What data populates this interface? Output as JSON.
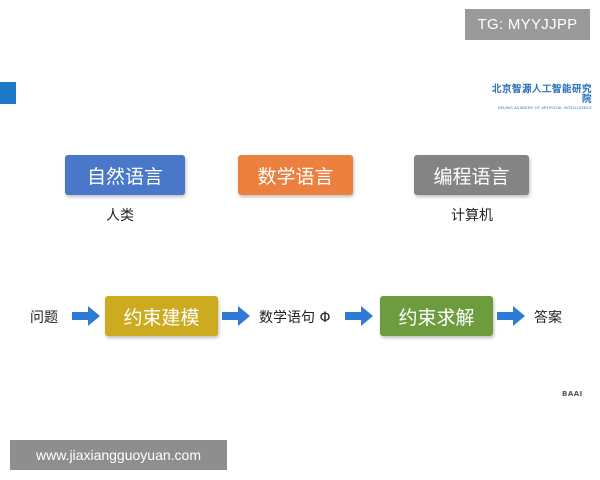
{
  "badge": {
    "text": "TG: MYYJJPP"
  },
  "watermark": {
    "text": "www.jiaxiangguoyuan.com"
  },
  "logo": {
    "cn": "北京智源人工智能研究院",
    "en": "BEIJING ACADEMY OF ARTIFICIAL INTELLIGENCE"
  },
  "corner": {
    "text": "BAAI"
  },
  "languages": {
    "natural": {
      "label": "自然语言",
      "color": "#4a78c9",
      "caption": "人类"
    },
    "math": {
      "label": "数学语言",
      "color": "#ec813f"
    },
    "programming": {
      "label": "编程语言",
      "color": "#848484",
      "caption": "计算机"
    }
  },
  "flow": {
    "start": "问题",
    "step1": {
      "label": "约束建模",
      "color": "#ccab21"
    },
    "middle": "数学语句 Φ",
    "step2": {
      "label": "约束求解",
      "color": "#6c9c3e"
    },
    "end": "答案",
    "arrow_color": "#2d7bd6"
  }
}
